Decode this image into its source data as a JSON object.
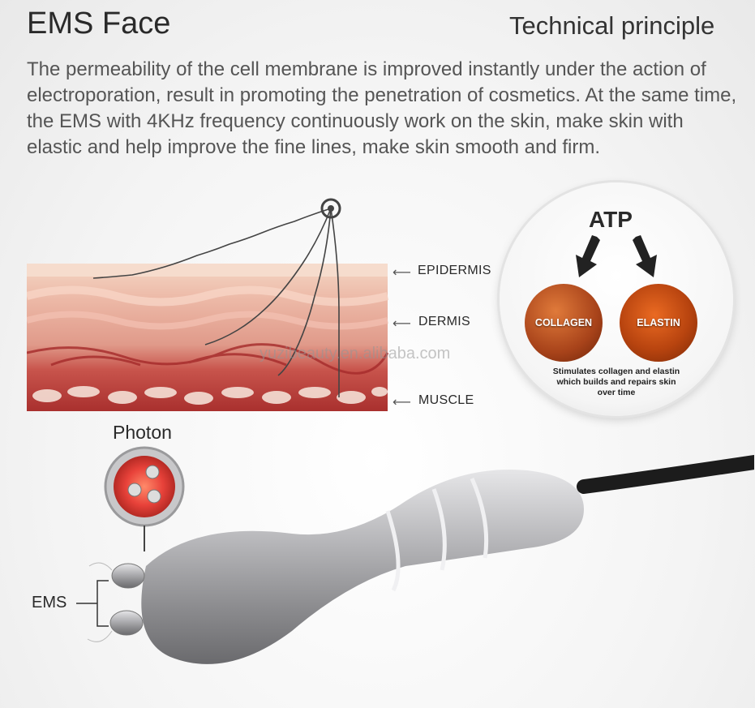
{
  "header": {
    "title": "EMS Face",
    "subtitle": "Technical principle"
  },
  "description": "The permeability of the cell membrane is improved instantly under the action of electroporation, result in promoting the penetration of cosmetics. At the same time, the EMS with 4KHz frequency continuously work on the skin, make skin with elastic and help improve the fine lines, make skin smooth and firm.",
  "skin": {
    "layers": {
      "epidermis": "EPIDERMIS",
      "dermis": "DERMIS",
      "muscle": "MUSCLE"
    },
    "watermark": "yuzibeauty.en.alibaba.com"
  },
  "atp": {
    "title": "ATP",
    "collagen": "COLLAGEN",
    "elastin": "ELASTIN",
    "note": "Stimulates collagen and elastin which builds and repairs skin over time"
  },
  "device": {
    "photon_label": "Photon",
    "ems_label": "EMS"
  },
  "colors": {
    "skin_top": "#f2cdb8",
    "skin_dermis": "#e8a99a",
    "muscle": "#b53a3a",
    "device": "#a8a8aa",
    "photon_red": "#e8423a"
  }
}
